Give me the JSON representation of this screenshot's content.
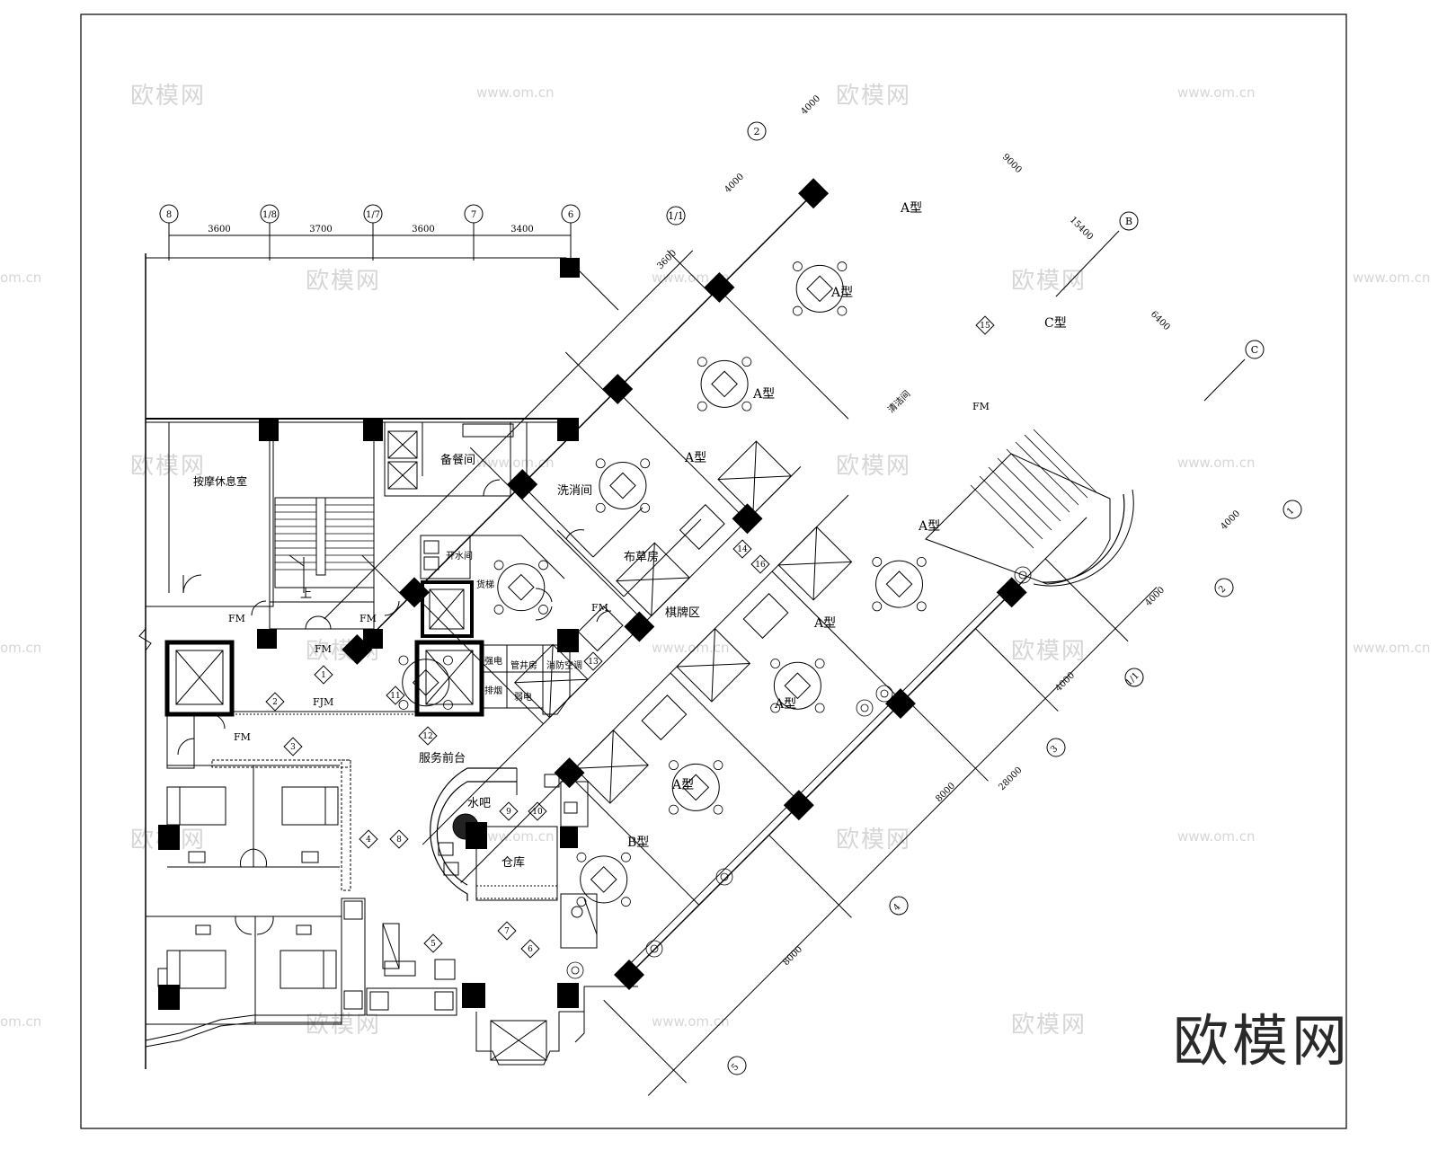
{
  "grid_top": {
    "bubbles": [
      "8",
      "1/8",
      "1/7",
      "7",
      "6"
    ],
    "dims": [
      "3600",
      "3700",
      "3600",
      "3400"
    ]
  },
  "grid_right": {
    "bubbles": [
      "1",
      "2",
      "1/1",
      "3",
      "4",
      "5"
    ],
    "dims": [
      "4000",
      "4000",
      "4000",
      "8000",
      "8000"
    ],
    "total": "28000"
  },
  "grid_upper": {
    "bubbles": [
      "2",
      "1/1",
      "B",
      "C"
    ],
    "dims": [
      "4000",
      "4000",
      "3600",
      "9000",
      "15400",
      "6400"
    ]
  },
  "rooms": {
    "staff_lounge": "按摩休息室",
    "prep_room": "备餐间",
    "wash_room": "洗消间",
    "linen_room": "布草房",
    "boiling_room": "开水间",
    "freight_lift": "货梯",
    "strong_power": "强电",
    "pipe_shaft": "管井房",
    "smoke_exhaust": "排烟",
    "weak_power": "弱电",
    "fire_ac": "消防空调",
    "card_area": "棋牌区",
    "service_desk": "服务前台",
    "water_bar": "水吧",
    "warehouse": "仓库",
    "upstairs": "上",
    "fjm": "FJM",
    "cleaning": "清洁间",
    "fm": "FM"
  },
  "room_types": {
    "a": "A型",
    "b": "B型",
    "c": "C型"
  },
  "markers": [
    "1",
    "2",
    "3",
    "4",
    "5",
    "6",
    "7",
    "8",
    "9",
    "10",
    "11",
    "12",
    "13",
    "14",
    "15",
    "16"
  ],
  "watermarks": {
    "cn": "欧模网",
    "url": "www.om.cn",
    "url_short": "om.cn"
  },
  "logo": "欧模网"
}
